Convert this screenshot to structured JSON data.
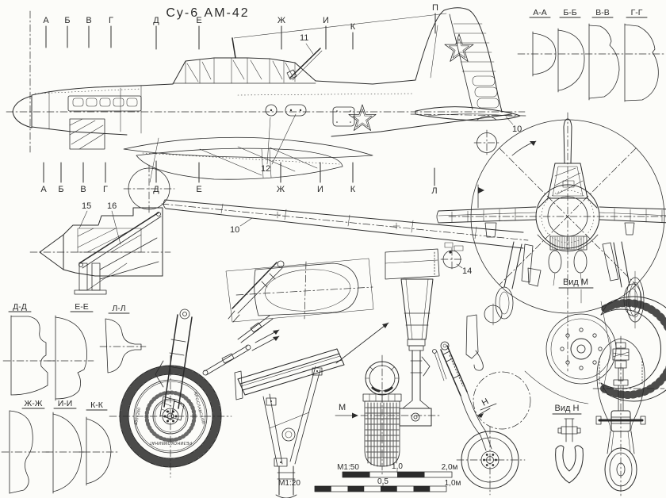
{
  "title": "Су-6 АМ-42",
  "markers_top": [
    "А",
    "Б",
    "В",
    "Г",
    "Д",
    "Е",
    "Ж",
    "И",
    "К",
    "П"
  ],
  "markers_bottom": [
    "А",
    "Б",
    "В",
    "Г",
    "Д",
    "Е",
    "Ж",
    "И",
    "К",
    "Л"
  ],
  "sections": {
    "aa": "А-А",
    "bb": "Б-Б",
    "vv": "В-В",
    "gg": "Г-Г",
    "dd": "Д-Д",
    "ee": "Е-Е",
    "ll": "Л-Л",
    "zh": "Ж-Ж",
    "ii": "И-И",
    "kk": "К-К"
  },
  "views": {
    "vid_m": "Вид М",
    "vid_n": "Вид Н",
    "arrow_m": "М",
    "arrow_n": "Н"
  },
  "callouts": {
    "c10": "10",
    "c11": "11",
    "c12": "12",
    "c14": "14",
    "c15": "15",
    "c16": "16"
  },
  "scale_bars": {
    "s50_label": "М1:50",
    "s50_mid": "1,0",
    "s50_end": "2,0м",
    "s20_label": "М1:20",
    "s20_mid": "0,5",
    "s20_end": "1,0м"
  },
  "wheel_markings": {
    "size": "800×260",
    "brand_side": "ЯРОСЛАВСКИЙ",
    "brand_bottom": "РЕЗИНОКОМБИНАТ"
  },
  "colors": {
    "ink": "#2b2b2b",
    "paper": "#fcfcf9"
  }
}
